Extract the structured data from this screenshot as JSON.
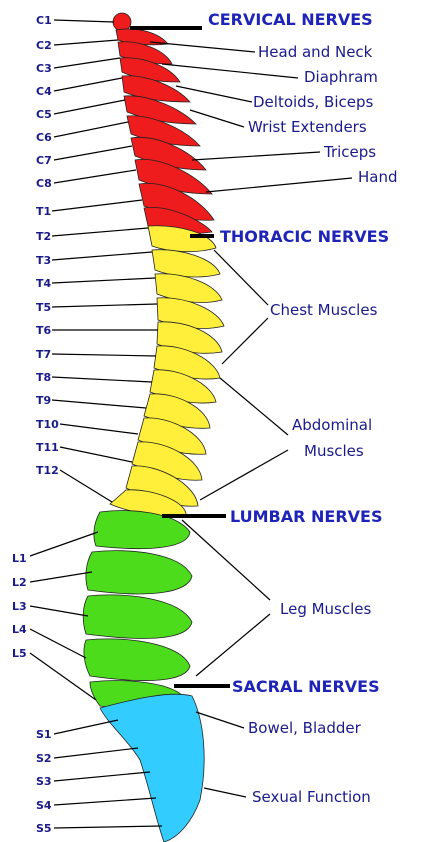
{
  "vertebrae": {
    "c1": "C1",
    "c2": "C2",
    "c3": "C3",
    "c4": "C4",
    "c5": "C5",
    "c6": "C6",
    "c7": "C7",
    "c8": "C8",
    "t1": "T1",
    "t2": "T2",
    "t3": "T3",
    "t4": "T4",
    "t5": "T5",
    "t6": "T6",
    "t7": "T7",
    "t8": "T8",
    "t9": "T9",
    "t10": "T10",
    "t11": "T11",
    "t12": "T12",
    "l1": "L1",
    "l2": "L2",
    "l3": "L3",
    "l4": "L4",
    "l5": "L5",
    "s1": "S1",
    "s2": "S2",
    "s3": "S3",
    "s4": "S4",
    "s5": "S5"
  },
  "regions": {
    "cervical": "CERVICAL NERVES",
    "thoracic": "THORACIC NERVES",
    "lumbar": "LUMBAR NERVES",
    "sacral": "SACRAL NERVES"
  },
  "functions": {
    "head_neck": "Head and Neck",
    "diaphram": "Diaphram",
    "deltoids": "Deltoids, Biceps",
    "wrist": "Wrist Extenders",
    "triceps": "Triceps",
    "hand": "Hand",
    "chest": "Chest Muscles",
    "abdominal_1": "Abdominal",
    "abdominal_2": "Muscles",
    "leg": "Leg Muscles",
    "bowel": "Bowel, Bladder",
    "sexual": "Sexual Function"
  },
  "colors": {
    "cervical": "#ee1c1c",
    "thoracic": "#ffee3a",
    "lumbar": "#4cdc1c",
    "sacral": "#33ccff",
    "text": "#1a1a8c"
  }
}
